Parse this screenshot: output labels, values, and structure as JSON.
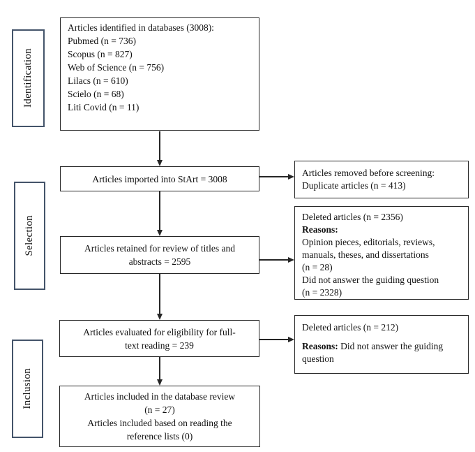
{
  "colors": {
    "stage_border": "#44546a",
    "flow_border": "#262626",
    "text": "#111111",
    "background": "#ffffff"
  },
  "stages": [
    {
      "label": "Identification"
    },
    {
      "label": "Selection"
    },
    {
      "label": "Inclusion"
    }
  ],
  "flow_boxes": [
    {
      "text": "Articles identified in databases (3008):\nPubmed (n = 736)\nScopus (n = 827)\nWeb of Science (n = 756)\nLilacs (n = 610)\nScielo (n = 68)\nLiti Covid (n = 11)"
    },
    {
      "text": "Articles imported into StArt = 3008"
    },
    {
      "text": "Articles retained for review of titles and\nabstracts = 2595"
    },
    {
      "text": "Articles evaluated for eligibility for full-\ntext reading = 239"
    },
    {
      "text": "Articles included in the database review\n(n = 27)\nArticles included based on reading the\nreference lists (0)"
    }
  ],
  "exclusion_boxes": [
    {
      "text": "Articles removed before screening:\nDuplicate articles (n = 413)"
    },
    {
      "header": "Deleted articles (n = 2356)",
      "reasons_label": "Reasons:",
      "reasons": "Opinion pieces, editorials, reviews,\nmanuals, theses, and dissertations\n(n = 28)\nDid not answer the guiding question\n(n = 2328)"
    },
    {
      "header": "Deleted articles (n = 212)",
      "reasons_label": "Reasons:",
      "reasons": " Did not answer the guiding question"
    }
  ]
}
